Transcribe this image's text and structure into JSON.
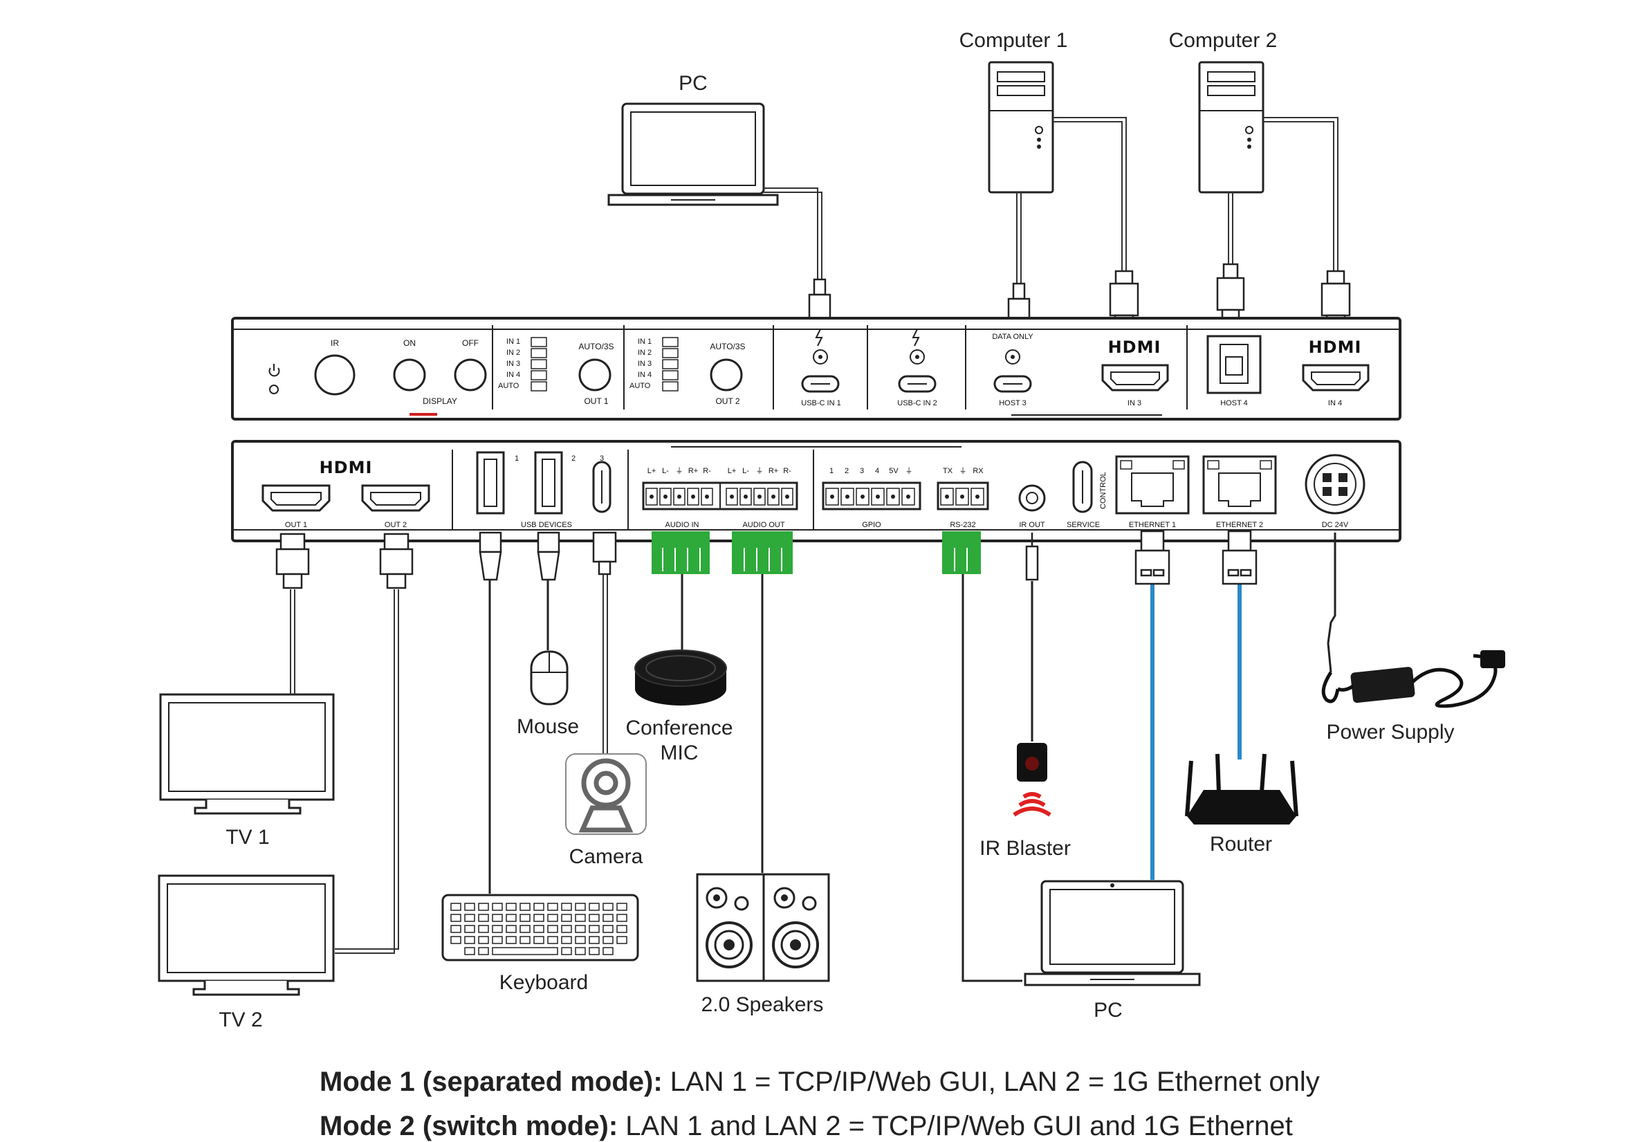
{
  "devices": {
    "pc_top": "PC",
    "computer_1": "Computer 1",
    "computer_2": "Computer 2",
    "tv_1": "TV 1",
    "tv_2": "TV 2",
    "mouse": "Mouse",
    "conference_mic": [
      "Conference",
      "MIC"
    ],
    "camera": "Camera",
    "keyboard": "Keyboard",
    "speakers": "2.0 Speakers",
    "ir_blaster": "IR Blaster",
    "pc_bottom": "PC",
    "router": "Router",
    "power_supply": "Power Supply"
  },
  "front_panel": {
    "ir": "IR",
    "on": "ON",
    "off": "OFF",
    "display": "DISPLAY",
    "in_list": [
      "IN 1",
      "IN 2",
      "IN 3",
      "IN 4",
      "AUTO"
    ],
    "auto_3s": "AUTO/3S",
    "out_1": "OUT 1",
    "out_2": "OUT 2",
    "usbc_in_1": "USB-C IN 1",
    "usbc_in_2": "USB-C IN 2",
    "data_only": "DATA ONLY",
    "host_3": "HOST 3",
    "in_3": "IN 3",
    "host_4": "HOST 4",
    "in_4": "IN 4",
    "hdmi_logo": "HDMI"
  },
  "rear_panel": {
    "hdmi_logo": "HDMI",
    "out_1": "OUT 1",
    "out_2": "OUT 2",
    "usb_numbers": [
      "1",
      "2",
      "3"
    ],
    "usb_devices": "USB DEVICES",
    "audio_pins": [
      "L+",
      "L-",
      "⏚",
      "R+",
      "R-"
    ],
    "audio_in": "AUDIO IN",
    "audio_out": "AUDIO OUT",
    "gpio_pins": [
      "1",
      "2",
      "3",
      "4",
      "5V",
      "⏚"
    ],
    "gpio": "GPIO",
    "rs232_pins": [
      "TX",
      "⏚",
      "RX"
    ],
    "rs232": "RS-232",
    "ir_out": "IR OUT",
    "control": "CONTROL",
    "service": "SERVICE",
    "ethernet_1": "ETHERNET 1",
    "ethernet_2": "ETHERNET 2",
    "dc_24v": "DC 24V"
  },
  "modes": {
    "mode1_label": "Mode 1 (separated mode):",
    "mode1_text": " LAN 1 = TCP/IP/Web GUI, LAN 2 = 1G Ethernet only",
    "mode2_label": "Mode 2 (switch mode):",
    "mode2_text": " LAN 1 and LAN 2 = TCP/IP/Web GUI and 1G Ethernet"
  },
  "colors": {
    "ethernet_cable": "#2a88c8",
    "terminal_block": "#2daa3a",
    "ir_signal": "#e02020",
    "panel_red_mark": "#d02020"
  }
}
